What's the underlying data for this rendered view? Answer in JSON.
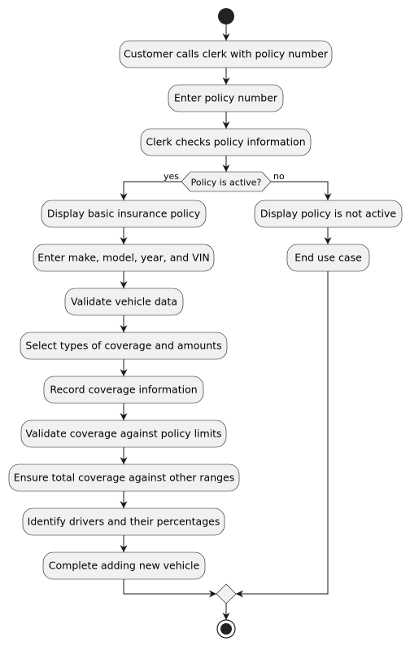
{
  "nodes": {
    "n1": "Customer calls clerk with policy number",
    "n2": "Enter policy number",
    "n3": "Clerk checks policy information",
    "n4": "Display basic insurance policy",
    "n5": "Enter make, model, year, and VIN",
    "n6": "Validate vehicle data",
    "n7": "Select types of coverage and amounts",
    "n8": "Record coverage information",
    "n9": "Validate coverage against policy limits",
    "n10": "Ensure total coverage against other ranges",
    "n11": "Identify drivers and their percentages",
    "n12": "Complete adding new vehicle",
    "r1": "Display policy is not active",
    "r2": "End use case"
  },
  "decision": {
    "question": "Policy is active?",
    "yes_label": "yes",
    "no_label": "no"
  },
  "colors": {
    "node_fill": "#f1f1f1",
    "stroke": "#181818",
    "start_end": "#222222"
  }
}
